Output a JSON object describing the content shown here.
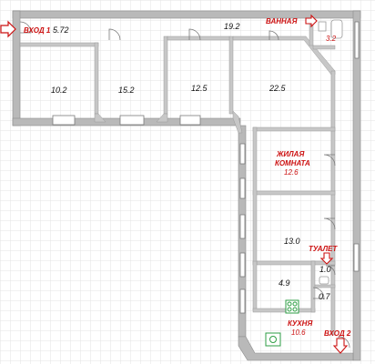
{
  "colors": {
    "wall": "#b9b9b9",
    "wall_dark": "#8c8c8c",
    "grid": "#e3e3e3",
    "accent": "#cc1111",
    "appliance": "#2e9e44"
  },
  "rooms": {
    "entry_hall": "5.72",
    "corridor": "19.2",
    "bath_area": "3.2",
    "room_a": "10.2",
    "room_b": "15.2",
    "room_c": "12.5",
    "room_d": "22.5",
    "living_area": "12.6",
    "room_e": "13.0",
    "room_f": "4.9",
    "toilet_area": "1.0",
    "closet_area": "0.7",
    "kitchen_area": "10.6"
  },
  "labels": {
    "entrance_1": "ВХОД 1",
    "bathroom": "ВАННАЯ",
    "living_line1": "ЖИЛАЯ",
    "living_line2": "КОМНАТА",
    "toilet": "ТУАЛЕТ",
    "kitchen": "КУХНЯ",
    "entrance_2": "ВХОД 2"
  },
  "icons": [
    "arrow-right-icon",
    "arrow-down-icon",
    "stove-icon",
    "sink-icon",
    "bathtub-icon"
  ]
}
